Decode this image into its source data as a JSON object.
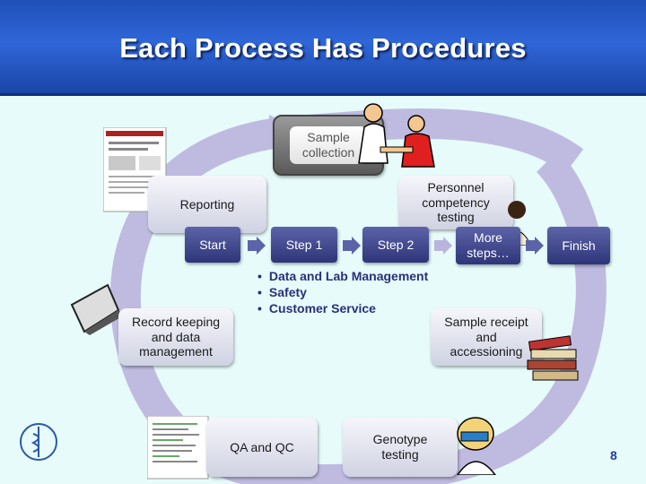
{
  "slide": {
    "title": "Each Process Has Procedures",
    "page_number": "8"
  },
  "cycle": {
    "sample_collection": "Sample collection",
    "personnel_competency": "Personnel competency testing",
    "sample_receipt": "Sample receipt and accessioning",
    "genotype_testing": "Genotype testing",
    "qa_qc": "QA and QC",
    "record_keeping": "Record keeping and data management",
    "reporting": "Reporting"
  },
  "steps": {
    "start": "Start",
    "step1": "Step 1",
    "step2": "Step 2",
    "more": "More steps…",
    "finish": "Finish"
  },
  "bullets": [
    "Data and Lab Management",
    "Safety",
    "Customer Service"
  ],
  "icons": [
    "doctor-patient-icon",
    "report-document-icon",
    "laptop-icon",
    "teacher-icon",
    "book-stack-icon",
    "lab-worker-icon",
    "code-document-icon",
    "who-emblem-icon"
  ],
  "colors": {
    "header": "#2f66d8",
    "ring": "#b9b4dc",
    "step_box": "#3d448c",
    "bullet_text": "#2a2f7a",
    "background": "#e7fbfb"
  }
}
